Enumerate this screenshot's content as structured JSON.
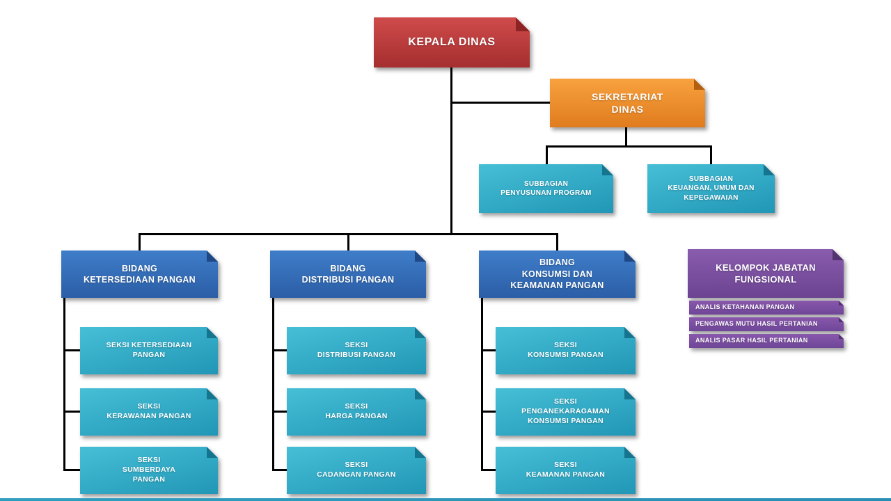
{
  "colors": {
    "root_red": "#bf4040",
    "secretariat_orange": "#ef8e2e",
    "section_teal": "#2ba7c4",
    "division_blue": "#3470b7",
    "functional_purple": "#7b4fa0",
    "connector_black": "#000000",
    "label_text": "#ffffff"
  },
  "nodes": {
    "kepala": {
      "label": "KEPALA DINAS"
    },
    "sekretariat": {
      "label": "SEKRETARIAT\nDINAS"
    },
    "subbagian": [
      {
        "label": "SUBBAGIAN\nPENYUSUNAN PROGRAM"
      },
      {
        "label": "SUBBAGIAN\nKEUANGAN, UMUM DAN\nKEPEGAWAIAN"
      }
    ],
    "bidang": [
      {
        "label": "BIDANG\nKETERSEDIAAN PANGAN",
        "seksi": [
          "SEKSI KETERSEDIAAN\nPANGAN",
          "SEKSI\nKERAWANAN PANGAN",
          "SEKSI\nSUMBERDAYA\nPANGAN"
        ]
      },
      {
        "label": "BIDANG\nDISTRIBUSI PANGAN",
        "seksi": [
          "SEKSI\nDISTRIBUSI PANGAN",
          "SEKSI\nHARGA PANGAN",
          "SEKSI\nCADANGAN PANGAN"
        ]
      },
      {
        "label": "BIDANG\nKONSUMSI DAN\nKEAMANAN PANGAN",
        "seksi": [
          "SEKSI\nKONSUMSI PANGAN",
          "SEKSI\nPENGANEKARAGAMAN\nKONSUMSI PANGAN",
          "SEKSI\nKEAMANAN PANGAN"
        ]
      }
    ],
    "kelompok": {
      "label": "KELOMPOK JABATAN\nFUNGSIONAL",
      "items": [
        "ANALIS KETAHANAN PANGAN",
        "PENGAWAS MUTU HASIL PERTANIAN",
        "ANALIS PASAR HASIL PERTANIAN"
      ]
    }
  }
}
